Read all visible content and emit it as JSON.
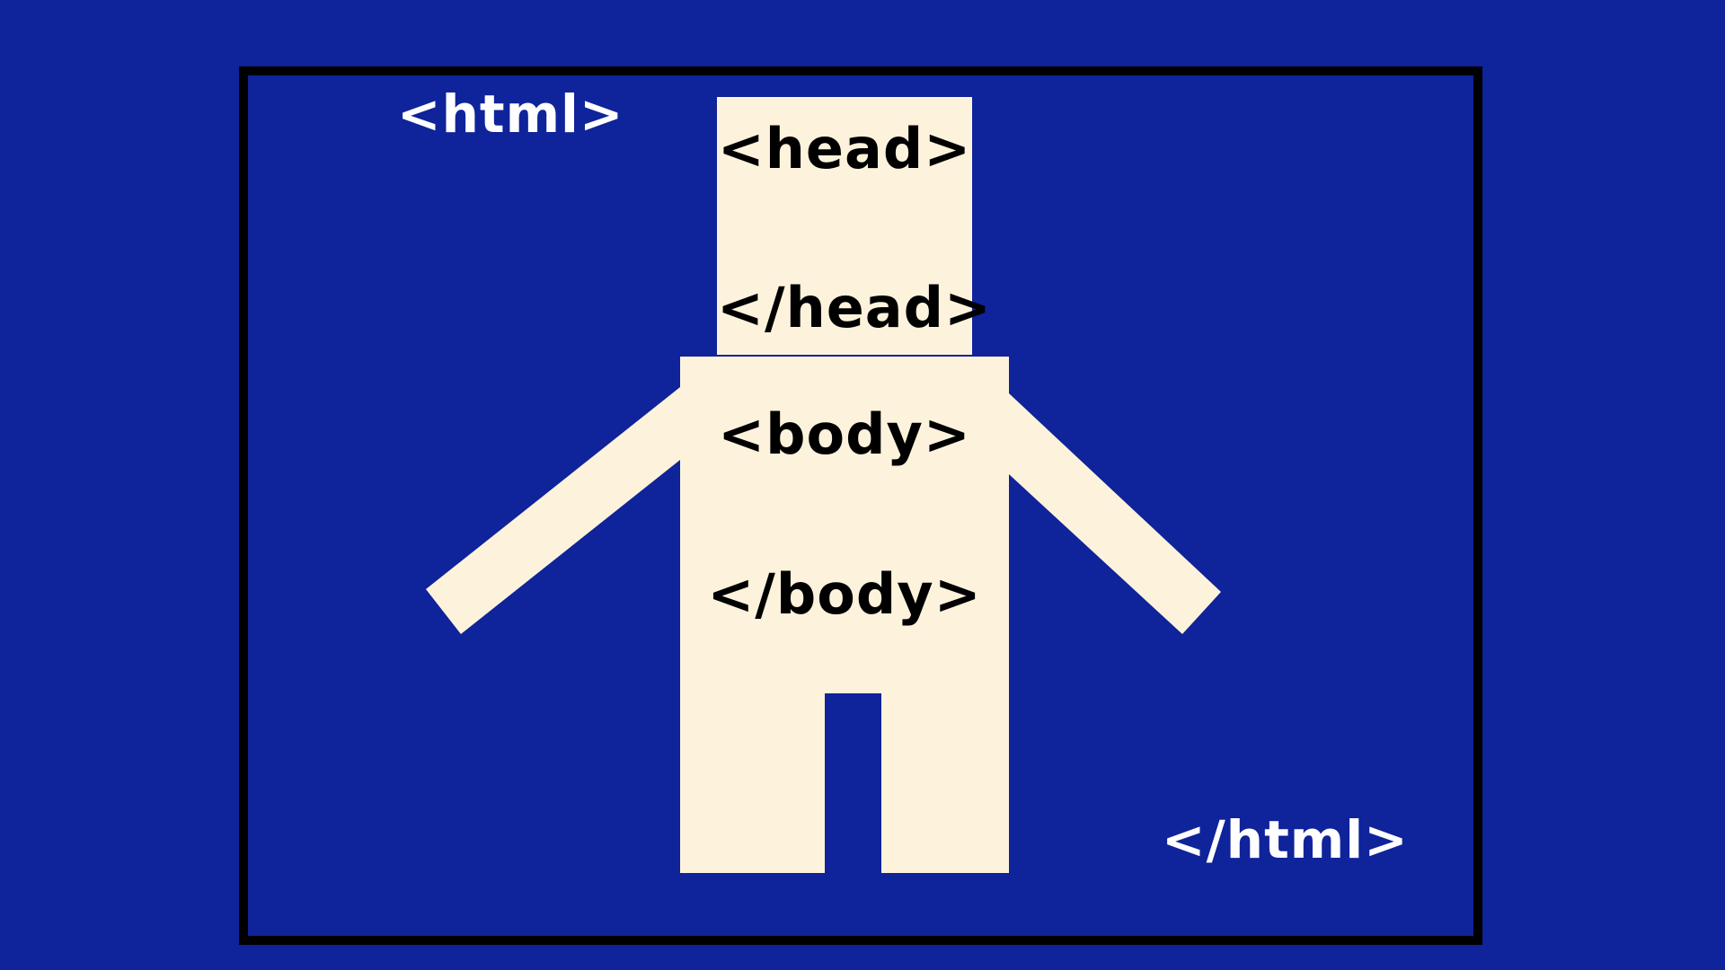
{
  "diagram": {
    "html_open": "<html>",
    "html_close": "</html>",
    "head_open": "<head>",
    "head_close": "</head>",
    "body_open": "<body>",
    "body_close": "</body>"
  },
  "colors": {
    "background": "#0f239a",
    "frame": "#000000",
    "figure_fill": "#fdf3dc",
    "light_text": "#ffffff",
    "dark_text": "#000000"
  }
}
